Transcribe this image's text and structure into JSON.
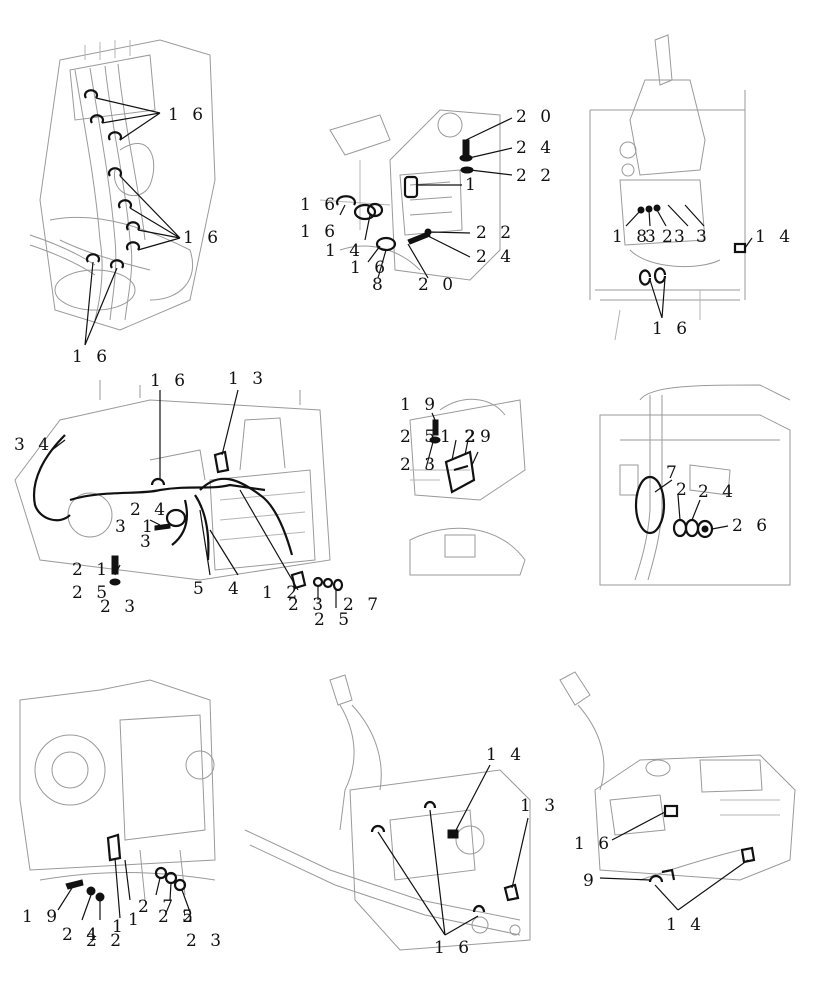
{
  "colors": {
    "background": "#ffffff",
    "linework": "#9a9a9a",
    "parts": "#111111",
    "labels": "#111111"
  },
  "panels": [
    {
      "id": "p1",
      "labels": [
        "1 6",
        "1 6",
        "1 6"
      ]
    },
    {
      "id": "p2",
      "labels": [
        "2 0",
        "2 4",
        "2 2",
        "1 6",
        "1",
        "1 6",
        "2 2",
        "1 4",
        "2 4",
        "1 6",
        "8",
        "2 0"
      ]
    },
    {
      "id": "p3",
      "labels": [
        "1 8",
        "3",
        "2",
        "3",
        "3",
        "1 4",
        "1 6"
      ]
    },
    {
      "id": "p4",
      "labels": [
        "1 6",
        "1 3",
        "3 4",
        "2 4",
        "3",
        "1",
        "3",
        "2 1",
        "2 5",
        "2 3",
        "5",
        "4",
        "1 2",
        "2 3",
        "2 5",
        "2 7"
      ]
    },
    {
      "id": "p5",
      "labels": [
        "1 9",
        "2 5",
        "1 2",
        "2",
        "9",
        "2 3"
      ]
    },
    {
      "id": "p6",
      "labels": [
        "7",
        "2",
        "2 4",
        "2 6"
      ]
    },
    {
      "id": "p7",
      "labels": [
        "1 9",
        "2 4",
        "2 2",
        "1",
        "2 7",
        "2 2",
        "1",
        "5",
        "2 3"
      ]
    },
    {
      "id": "p8",
      "labels": [
        "1 4",
        "1 3",
        "1 6"
      ]
    },
    {
      "id": "p9",
      "labels": [
        "1 6",
        "9",
        "1 4"
      ]
    }
  ]
}
